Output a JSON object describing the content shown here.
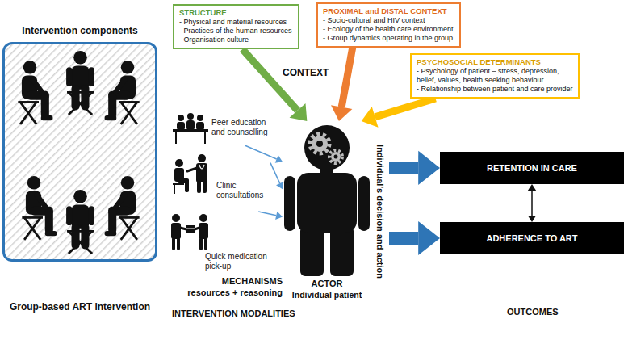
{
  "diagram": {
    "nodes": [
      {
        "text": [
          "Intervention components",
          "Group-based ART intervention"
        ]
      },
      {
        "text": [
          "Peer education and counselling"
        ]
      },
      {
        "text": [
          "Clinic consultations"
        ]
      },
      {
        "text": [
          "Quick medication pick-up"
        ]
      },
      {
        "text": [
          "STRUCTURE",
          "- Physical and material resources",
          "- Practices of the human resources",
          "- Organisation culture"
        ]
      },
      {
        "text": [
          "PROXIMAL and DISTAL CONTEXT",
          "- Socio-cultural and HIV context",
          "- Ecology of the health care environment",
          "- Group dynamics operating in the group"
        ]
      },
      {
        "text": [
          "PSYCHOSOCIAL DETERMINANTS",
          "- Psychology of patient – stress, depression, belief, values, health seeking behaviour",
          "- Relationship between patient and care provider"
        ]
      },
      {
        "text": [
          "ACTOR",
          "Individual patient"
        ]
      },
      {
        "text": [
          "RETENTION IN CARE"
        ]
      },
      {
        "text": [
          "ADHERENCE TO ART"
        ]
      }
    ],
    "edges": [
      {
        "from": 1,
        "to": 7,
        "arrow": "to"
      },
      {
        "from": 2,
        "to": 7,
        "arrow": "to"
      },
      {
        "from": 3,
        "to": 7,
        "arrow": "to"
      },
      {
        "from": 4,
        "to": 7,
        "arrow": "to"
      },
      {
        "from": 5,
        "to": 7,
        "arrow": "to"
      },
      {
        "from": 6,
        "to": 7,
        "arrow": "to"
      },
      {
        "from": 7,
        "to": 8,
        "arrow": "to"
      },
      {
        "from": 7,
        "to": 9,
        "arrow": "to"
      },
      {
        "from": 8,
        "to": 9,
        "arrow": "both"
      }
    ],
    "labels": [
      "CONTEXT",
      "MECHANISMS",
      "resources + reasoning",
      "Individual's decision and action",
      "INTERVENTION MODALITIES",
      "OUTCOMES"
    ]
  }
}
